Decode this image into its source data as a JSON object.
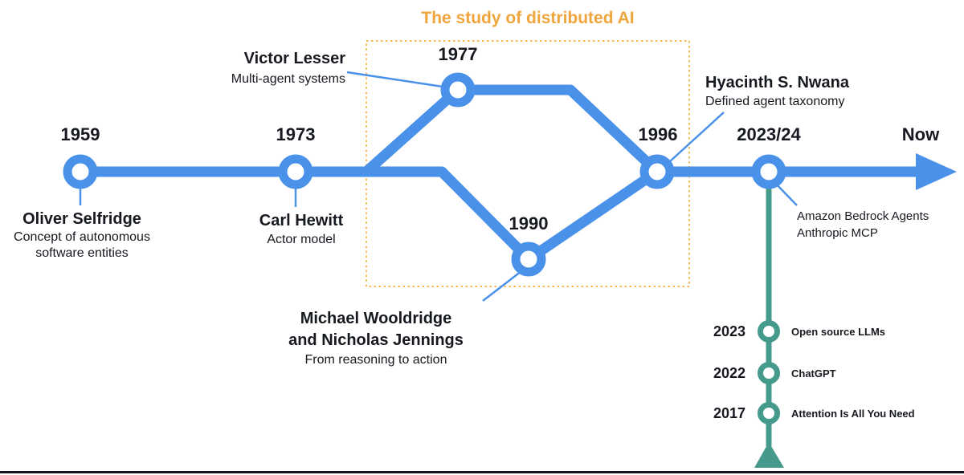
{
  "title": "The study of distributed AI",
  "colors": {
    "timeline_blue": "#4a91ea",
    "branch_teal": "#469a8b",
    "title_orange": "#f0a53c",
    "box_border_orange": "#f7b955",
    "text_dark": "#16191f"
  },
  "main_timeline": {
    "now_label": "Now",
    "events": {
      "selfridge": {
        "year": "1959",
        "name": "Oliver Selfridge",
        "description": "Concept of autonomous software entities"
      },
      "hewitt": {
        "year": "1973",
        "name": "Carl Hewitt",
        "description": "Actor model"
      },
      "lesser": {
        "year": "1977",
        "name": "Victor Lesser",
        "description": "Multi-agent systems"
      },
      "wooldridge": {
        "year": "1990",
        "name": "Michael Wooldridge and Nicholas Jennings",
        "description": "From reasoning to action"
      },
      "nwana": {
        "year": "1996",
        "name": "Hyacinth S. Nwana",
        "description": "Defined agent taxonomy"
      },
      "modern": {
        "year": "2023/24",
        "description_line1": "Amazon Bedrock Agents",
        "description_line2": "Anthropic MCP"
      }
    }
  },
  "branch_timeline": {
    "events": [
      {
        "year": "2023",
        "label": "Open source LLMs"
      },
      {
        "year": "2022",
        "label": "ChatGPT"
      },
      {
        "year": "2017",
        "label": "Attention Is All You Need"
      }
    ]
  }
}
